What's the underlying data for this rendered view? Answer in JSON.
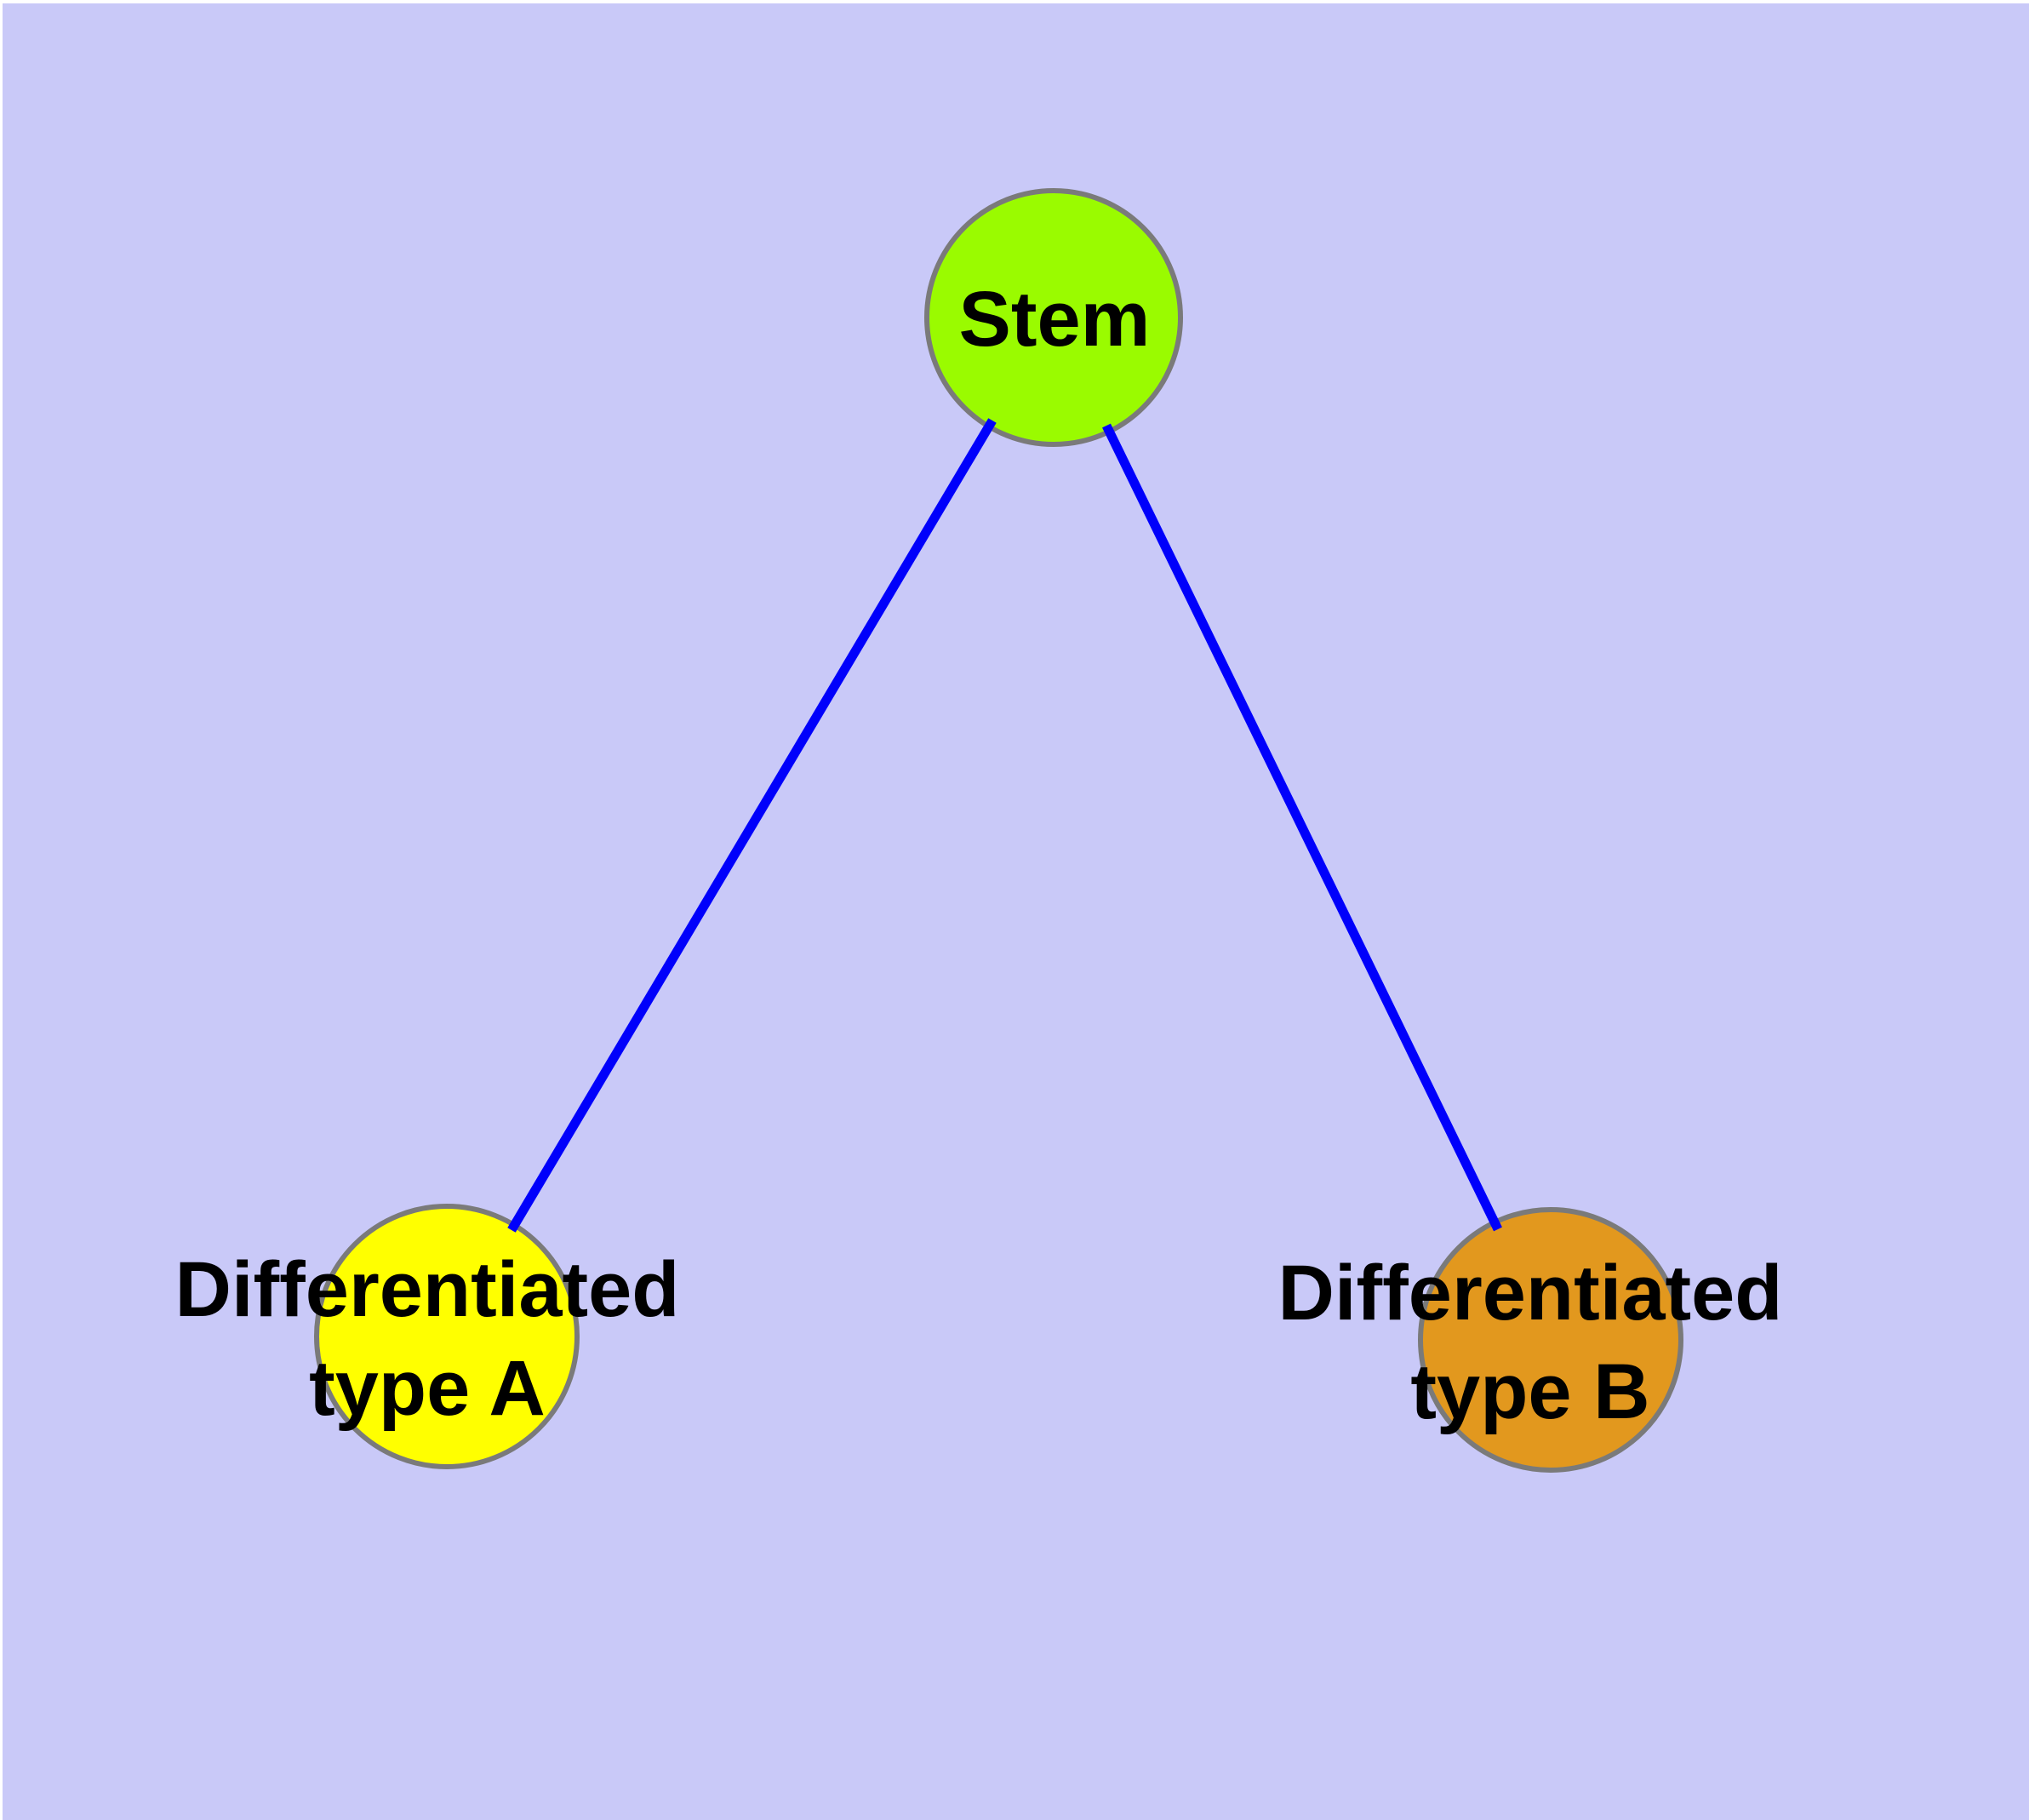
{
  "diagram": {
    "style": {
      "background_color": "#C9C9F8",
      "outer_margin_color": "#FFFFFF",
      "edge_color": "#0000FB",
      "node_border_color": "#7A7A7A",
      "label_color": "#000000"
    },
    "nodes": {
      "stem": {
        "label": "Stem",
        "color": "#9AFB00"
      },
      "type_a": {
        "label": "Differentiated type A",
        "lines": [
          "Differentiated",
          "type A"
        ],
        "color": "#FFFF00"
      },
      "type_b": {
        "label": "Differentiated type B",
        "lines": [
          "Differentiated",
          "type B"
        ],
        "color": "#E2981E"
      }
    },
    "edges": [
      {
        "from": "Stem",
        "to": "Differentiated type A"
      },
      {
        "from": "Stem",
        "to": "Differentiated type B"
      }
    ]
  }
}
